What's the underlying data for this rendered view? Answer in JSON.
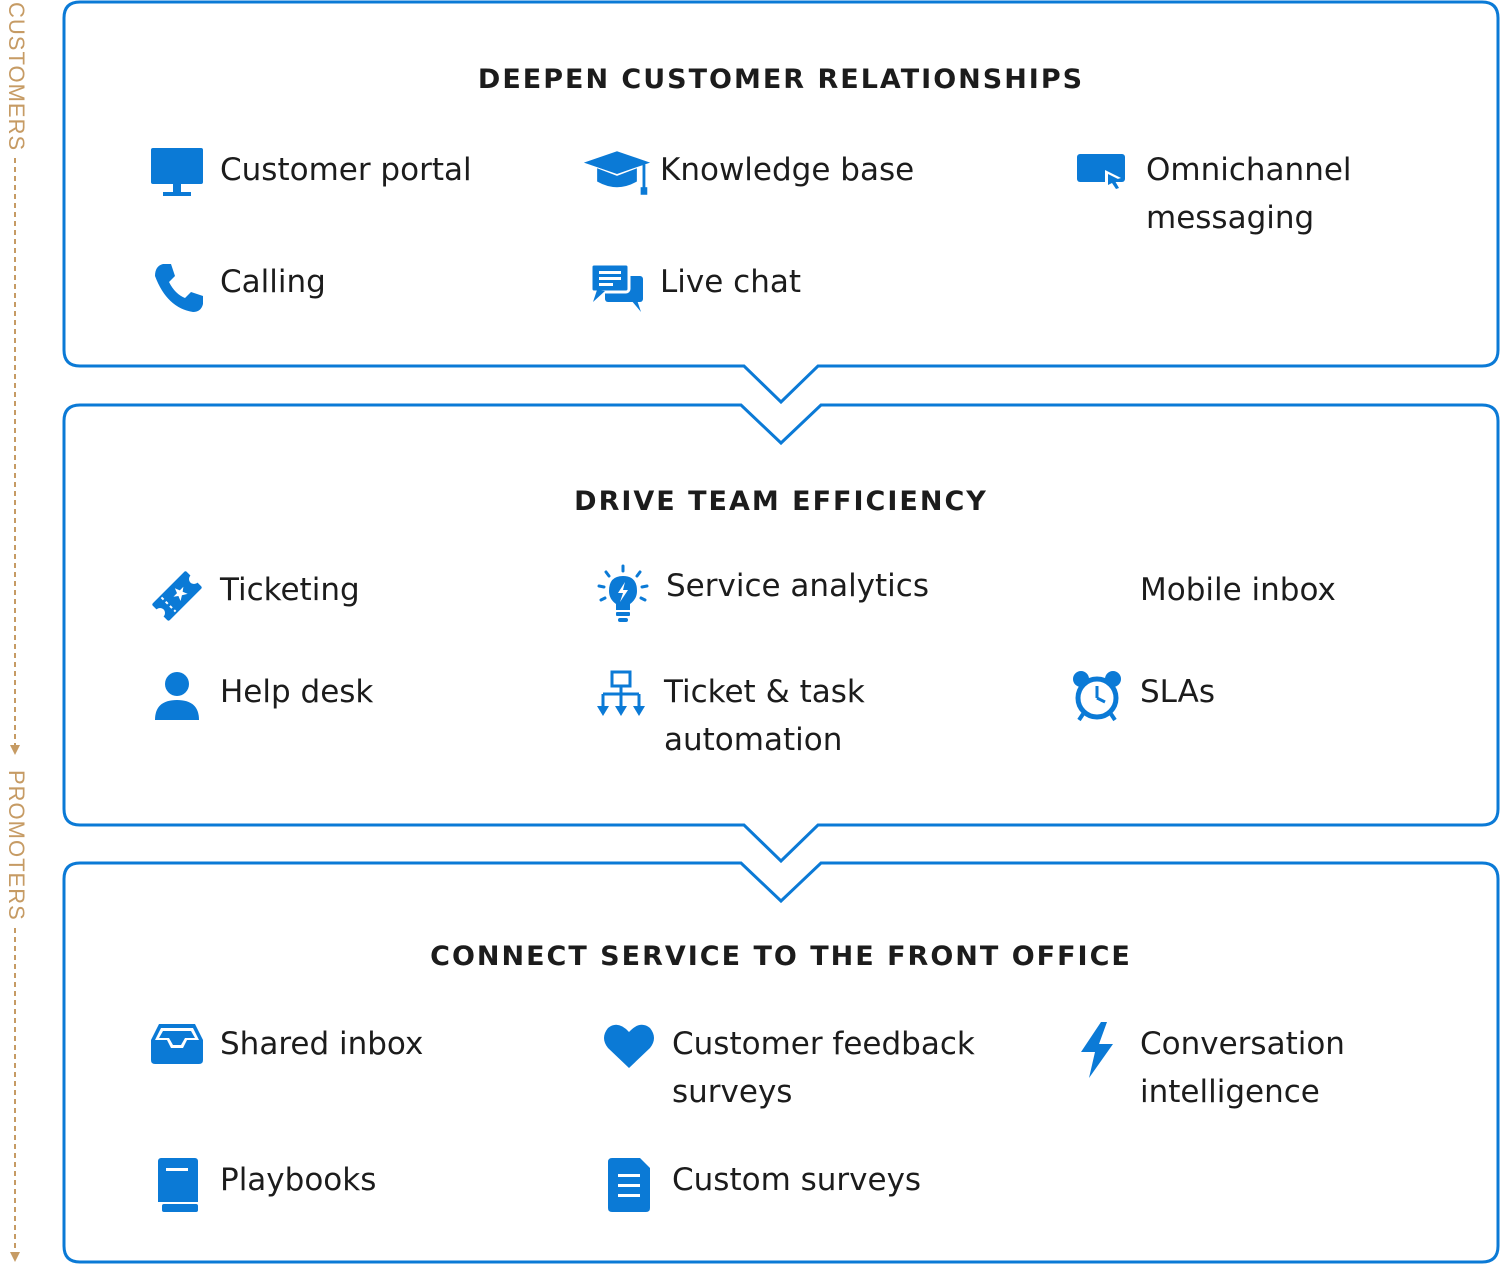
{
  "axis": {
    "top_label": "CUSTOMERS",
    "bottom_label": "PROMOTERS"
  },
  "colors": {
    "accent": "#0b7ad6",
    "axis": "#c69b64",
    "text": "#1c1c1c"
  },
  "sections": [
    {
      "title": "DEEPEN CUSTOMER RELATIONSHIPS",
      "features": [
        {
          "label": "Customer portal",
          "icon": "monitor-icon"
        },
        {
          "label": "Knowledge base",
          "icon": "graduation-cap-icon"
        },
        {
          "label_lines": [
            "Omnichannel",
            "messaging"
          ],
          "icon": "cursor-message-icon"
        },
        {
          "label": "Calling",
          "icon": "phone-icon"
        },
        {
          "label": "Live chat",
          "icon": "chat-bubbles-icon"
        }
      ]
    },
    {
      "title": "DRIVE TEAM EFFICIENCY",
      "features": [
        {
          "label": "Ticketing",
          "icon": "ticket-icon"
        },
        {
          "label": "Service analytics",
          "icon": "lightbulb-icon"
        },
        {
          "label": "Mobile inbox"
        },
        {
          "label": "Help desk",
          "icon": "person-icon"
        },
        {
          "label_lines": [
            "Ticket & task",
            "automation"
          ],
          "icon": "workflow-icon"
        },
        {
          "label": "SLAs",
          "icon": "alarm-clock-icon"
        }
      ]
    },
    {
      "title": "CONNECT SERVICE TO THE FRONT OFFICE",
      "features": [
        {
          "label": "Shared inbox",
          "icon": "inbox-tray-icon"
        },
        {
          "label_lines": [
            "Customer feedback",
            "surveys"
          ],
          "icon": "heart-icon"
        },
        {
          "label_lines": [
            "Conversation",
            "intelligence"
          ],
          "icon": "lightning-icon"
        },
        {
          "label": "Playbooks",
          "icon": "book-icon"
        },
        {
          "label": "Custom surveys",
          "icon": "document-icon"
        }
      ]
    }
  ]
}
